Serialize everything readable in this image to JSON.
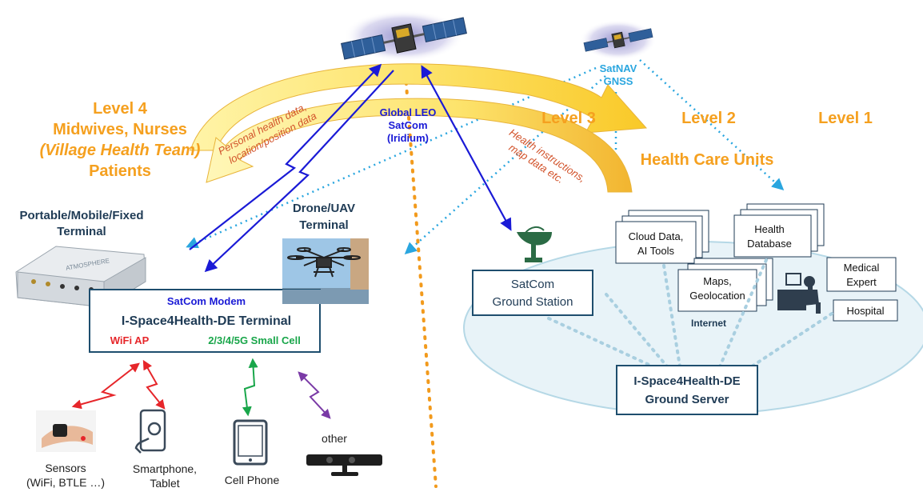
{
  "satellites": {
    "leo_icon": "satellite-icon",
    "satnav_label_1": "SatNAV",
    "satnav_label_2": "GNSS"
  },
  "satcom": {
    "line1": "Global LEO",
    "line2": "SatCom",
    "line3": "(Iridium)"
  },
  "levels": {
    "level4": "Level 4",
    "level3": "Level 3",
    "level2": "Level 2",
    "level1": "Level 1"
  },
  "level4_text": {
    "line1": "Midwives, Nurses",
    "line2": "(Village Health Team)",
    "line3": "Patients"
  },
  "health_care_units": "Health Care Units",
  "arrows": {
    "upper_1": "Personal health data,",
    "upper_2": "location/position data",
    "lower_1": "Health instructions,",
    "lower_2": "map data etc."
  },
  "terminal": {
    "heading_1": "Portable/Mobile/Fixed",
    "heading_2": "Terminal",
    "device_brand": "ATMOSPHERE",
    "drone_1": "Drone/UAV",
    "drone_2": "Terminal",
    "modem": "SatCom Modem",
    "name": "I-Space4Health-DE  Terminal",
    "wifi": "WiFi AP",
    "cell": "2/3/4/5G Small Cell"
  },
  "devices": {
    "sensors_1": "Sensors",
    "sensors_2": "(WiFi, BTLE …)",
    "smartphone_1": "Smartphone,",
    "smartphone_2": "Tablet",
    "cellphone": "Cell Phone",
    "other": "other"
  },
  "ground_station": {
    "line1": "SatCom",
    "line2": "Ground Station",
    "icon": "satellite-dish-icon"
  },
  "cloud": {
    "cloud_1": "Cloud Data,",
    "cloud_2": "AI Tools",
    "health_1": "Health",
    "health_2": "Database",
    "maps_1": "Maps,",
    "maps_2": "Geolocation",
    "medical_1": "Medical",
    "medical_2": "Expert",
    "hospital": "Hospital",
    "internet": "Internet",
    "expert_icon": "desk-worker-icon"
  },
  "server": {
    "line1": "I-Space4Health-DE",
    "line2": "Ground Server"
  }
}
